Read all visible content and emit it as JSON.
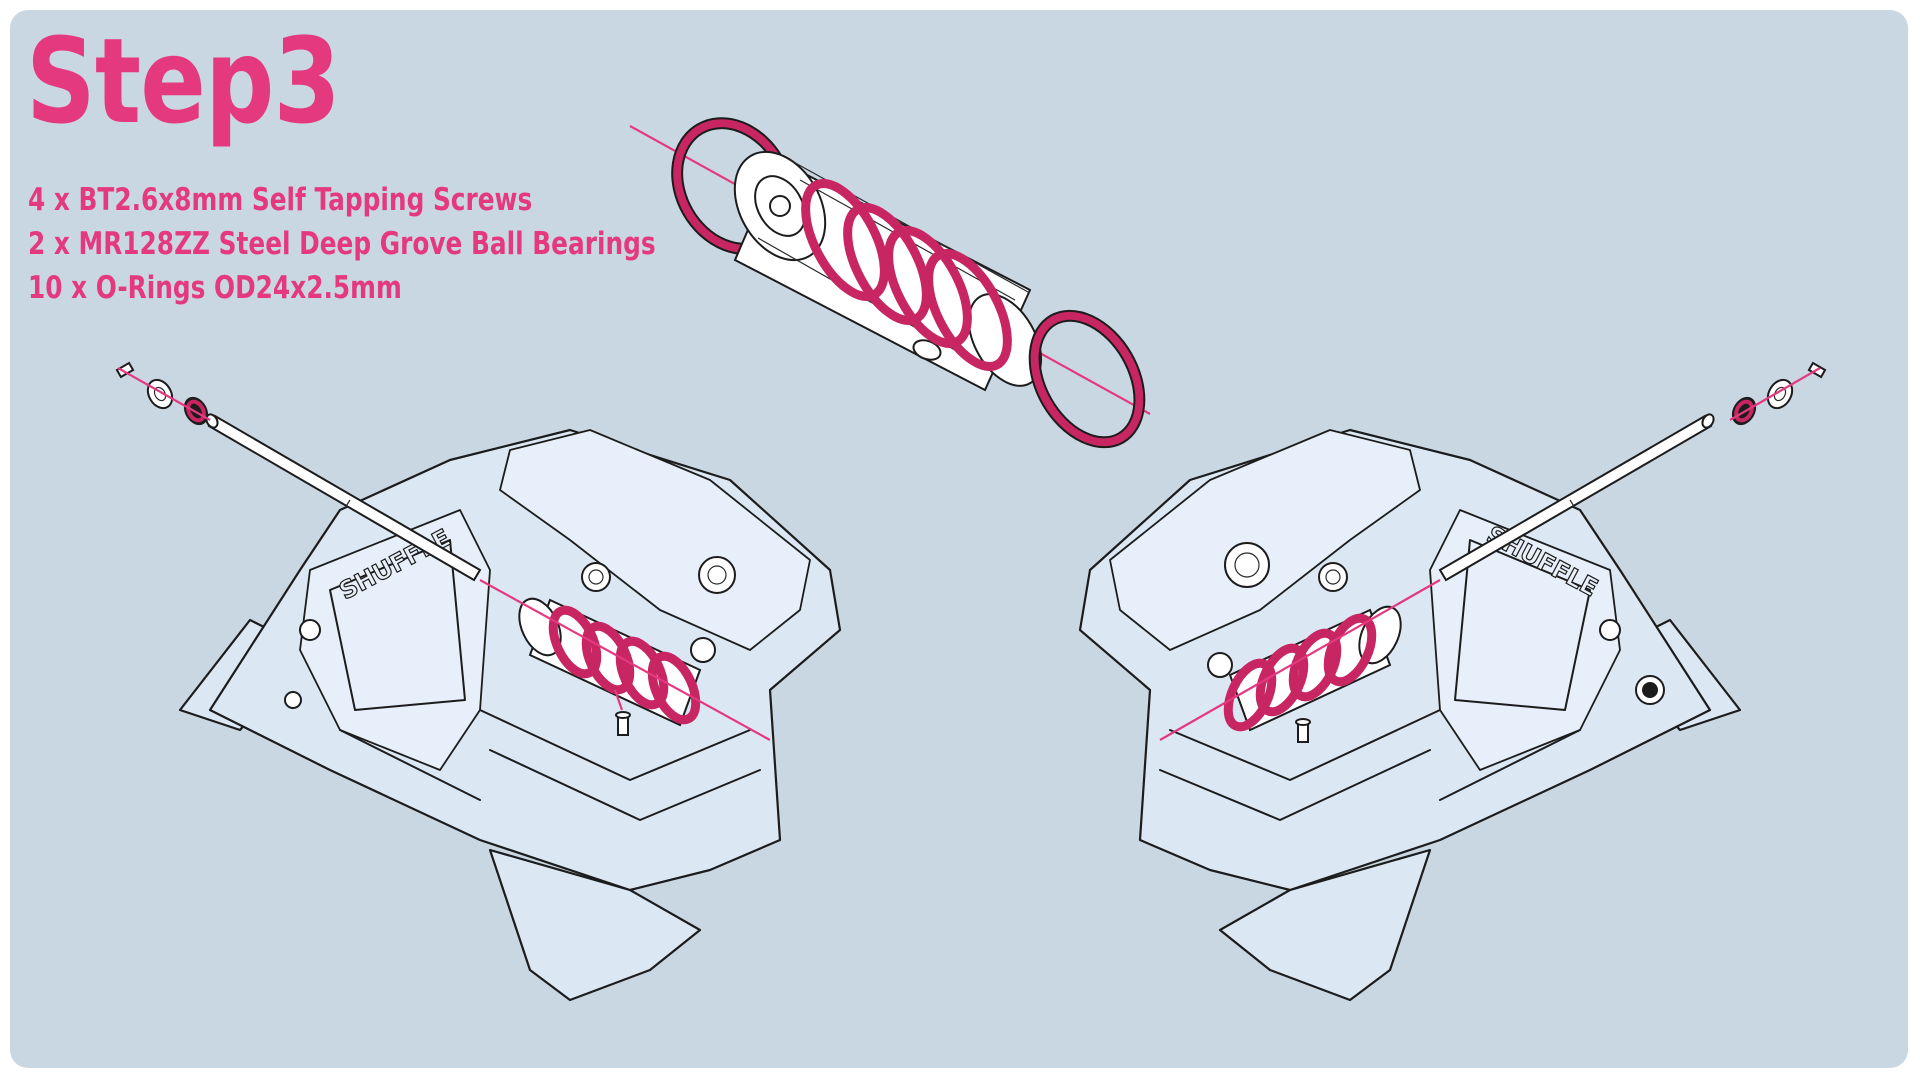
{
  "step": {
    "title": "Step3"
  },
  "parts": [
    "4 x BT2.6x8mm Self Tapping Screws",
    "2 x MR128ZZ Steel Deep Grove Ball Bearings",
    "10 x O-Rings OD24x2.5mm"
  ],
  "brand_mark": "SHUFFLE",
  "colors": {
    "background": "#c9d7e3",
    "accent": "#e5397f",
    "oring": "#c72663",
    "part_fill": "#dbe8f4"
  }
}
